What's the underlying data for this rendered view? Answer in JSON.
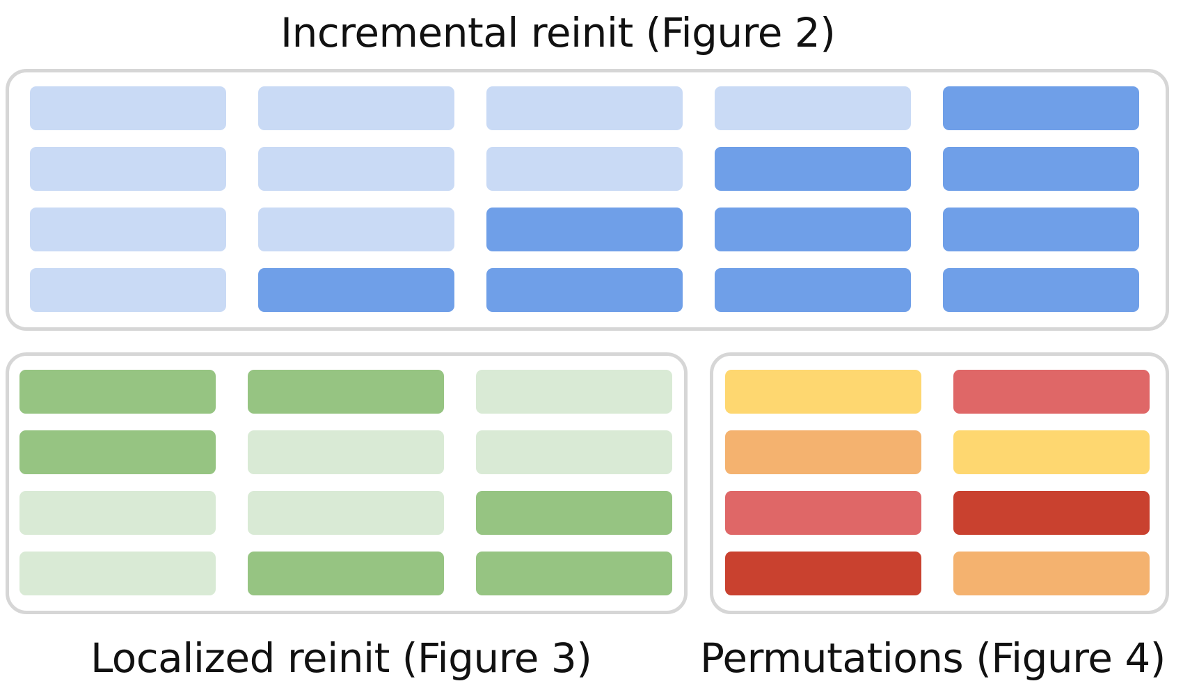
{
  "titles": {
    "incremental": "Incremental reinit  (Figure 2)",
    "localized": "Localized reinit  (Figure 3)",
    "permutations": "Permutations  (Figure 4)"
  },
  "colors": {
    "blue_light": "#c9daf5",
    "blue_dark": "#6f9fe8",
    "green_light": "#d9ead5",
    "green_dark": "#96c482",
    "yellow": "#fed770",
    "orange": "#f4b26f",
    "pink_red": "#df6767",
    "dark_red": "#c9412f",
    "panel_border": "#d6d6d6"
  },
  "panels": {
    "incremental": {
      "columns": [
        [
          "blue_light",
          "blue_light",
          "blue_light",
          "blue_light"
        ],
        [
          "blue_light",
          "blue_light",
          "blue_light",
          "blue_dark"
        ],
        [
          "blue_light",
          "blue_light",
          "blue_dark",
          "blue_dark"
        ],
        [
          "blue_light",
          "blue_dark",
          "blue_dark",
          "blue_dark"
        ],
        [
          "blue_dark",
          "blue_dark",
          "blue_dark",
          "blue_dark"
        ]
      ]
    },
    "localized": {
      "columns": [
        [
          "green_dark",
          "green_dark",
          "green_light",
          "green_light"
        ],
        [
          "green_dark",
          "green_light",
          "green_light",
          "green_dark"
        ],
        [
          "green_light",
          "green_light",
          "green_dark",
          "green_dark"
        ]
      ]
    },
    "permutations": {
      "columns": [
        [
          "yellow",
          "orange",
          "pink_red",
          "dark_red"
        ],
        [
          "pink_red",
          "yellow",
          "dark_red",
          "orange"
        ]
      ]
    }
  }
}
